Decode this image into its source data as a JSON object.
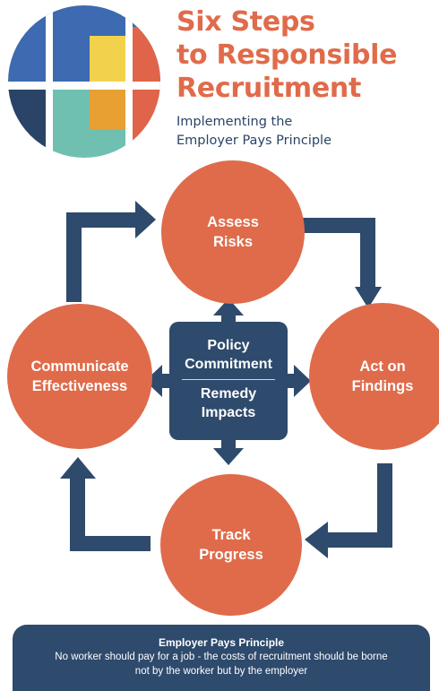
{
  "colors": {
    "accent_orange": "#df6b4b",
    "navy": "#2e4a6c",
    "logo_blue": "#3d6ab0",
    "logo_yellow": "#f2d24d",
    "logo_orange": "#e8a033",
    "logo_teal": "#6fc0b1",
    "logo_red": "#e0644a"
  },
  "header": {
    "title_lines": [
      "Six Steps",
      "to Responsible",
      "Recruitment"
    ],
    "subtitle_lines": [
      "Implementing the",
      "Employer Pays Principle"
    ]
  },
  "steps": {
    "assess": [
      "Assess",
      "Risks"
    ],
    "act": [
      "Act on",
      "Findings"
    ],
    "track": [
      "Track",
      "Progress"
    ],
    "communicate": [
      "Communicate",
      "Effectiveness"
    ]
  },
  "center": {
    "top_lines": [
      "Policy",
      "Commitment"
    ],
    "bottom_lines": [
      "Remedy",
      "Impacts"
    ]
  },
  "footer": {
    "title": "Employer Pays Principle",
    "text": "No worker should pay for a job - the costs of recruitment should be borne not by the worker but by the employer"
  }
}
